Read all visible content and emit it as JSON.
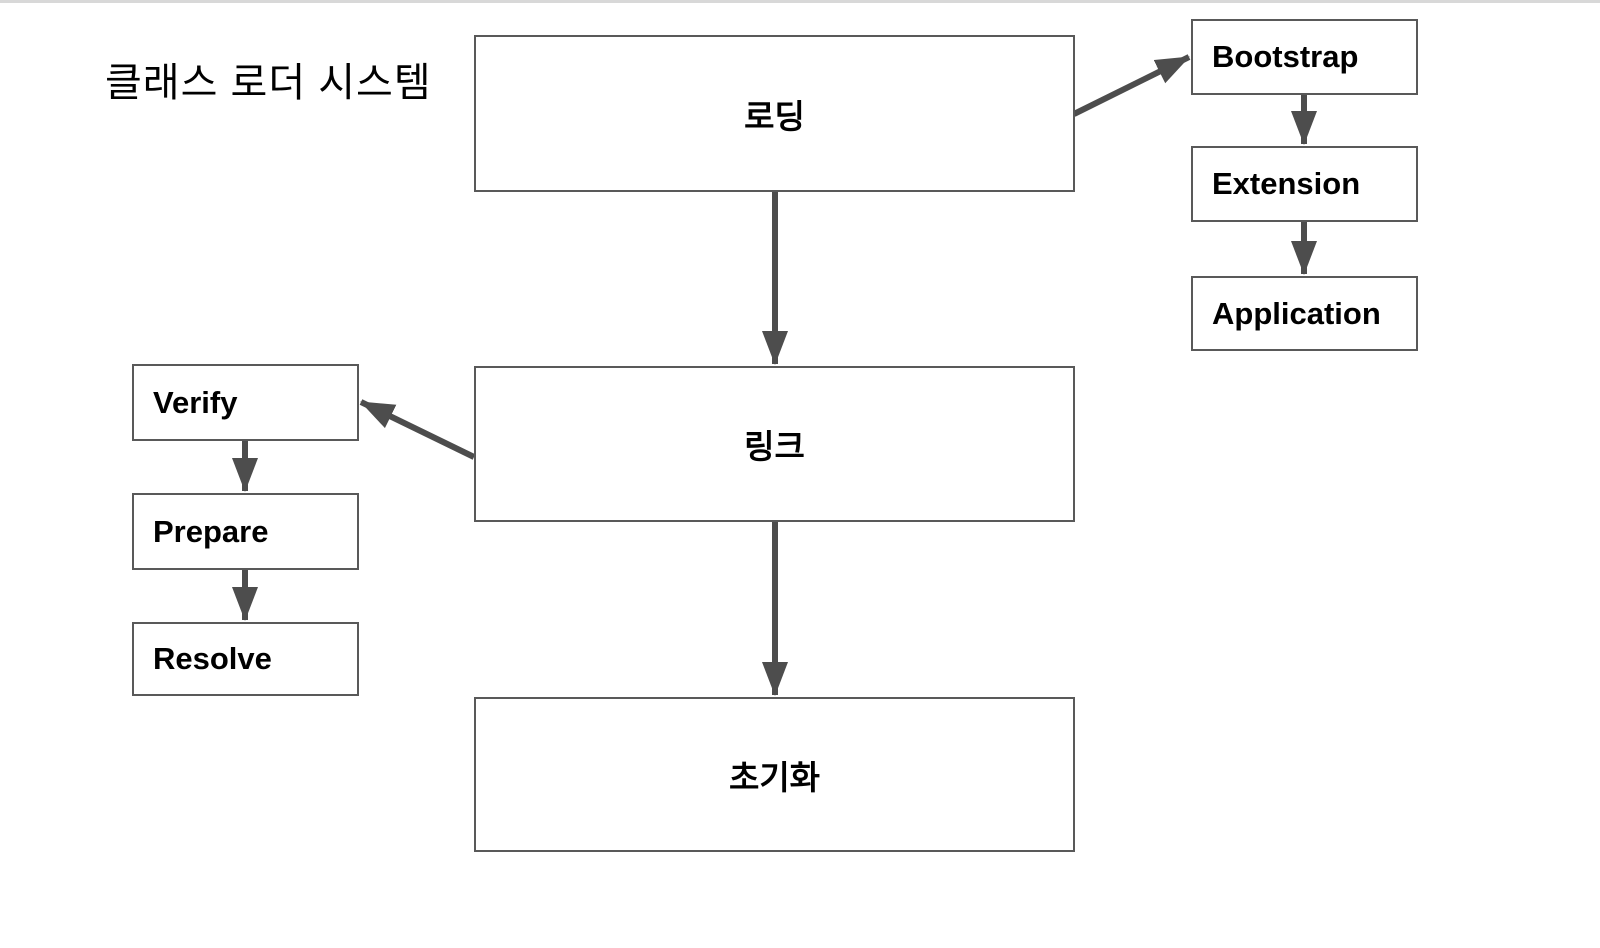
{
  "page": {
    "title": "클래스 로더 시스템"
  },
  "colors": {
    "background": "#ffffff",
    "top_strip": "#d8d8d8",
    "box_border": "#595959",
    "box_fill": "#ffffff",
    "label_text": "#000000",
    "arrow": "#4d4d4d"
  },
  "diagram": {
    "type": "flowchart",
    "nodes": {
      "loading": {
        "label": "로딩"
      },
      "link": {
        "label": "링크"
      },
      "init": {
        "label": "초기화"
      },
      "bootstrap": {
        "label": "Bootstrap"
      },
      "extension": {
        "label": "Extension"
      },
      "application": {
        "label": "Application"
      },
      "verify": {
        "label": "Verify"
      },
      "prepare": {
        "label": "Prepare"
      },
      "resolve": {
        "label": "Resolve"
      }
    },
    "edges": [
      {
        "from": "loading",
        "to": "link"
      },
      {
        "from": "link",
        "to": "init"
      },
      {
        "from": "loading",
        "to": "bootstrap"
      },
      {
        "from": "bootstrap",
        "to": "extension"
      },
      {
        "from": "extension",
        "to": "application"
      },
      {
        "from": "link",
        "to": "verify"
      },
      {
        "from": "verify",
        "to": "prepare"
      },
      {
        "from": "prepare",
        "to": "resolve"
      }
    ]
  }
}
